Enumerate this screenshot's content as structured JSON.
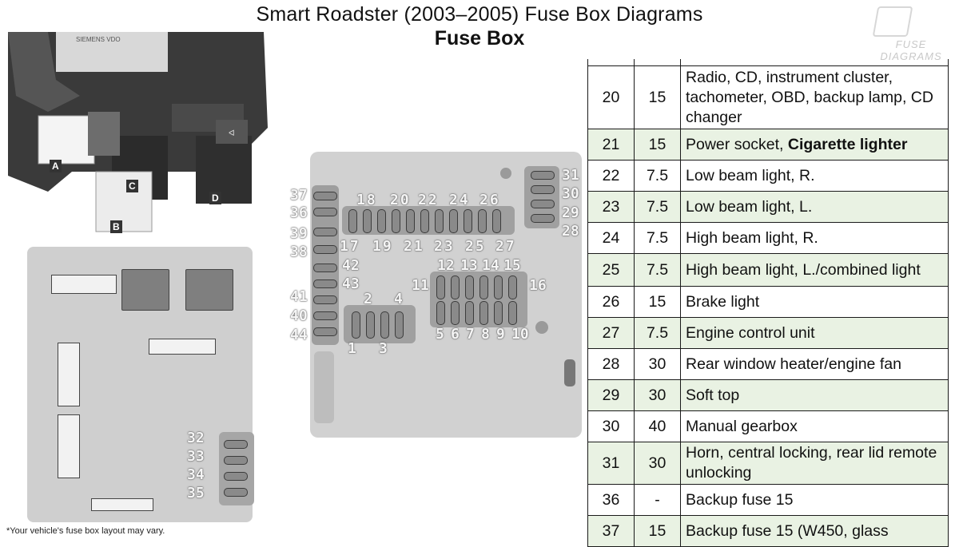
{
  "title": "Smart Roadster (2003–2005) Fuse Box Diagrams",
  "subtitle": "Fuse Box",
  "logo_text": "FUSE DIAGRAMS",
  "photo": {
    "brand": "SIEMENS VDO",
    "relays": [
      "A",
      "B",
      "C",
      "D"
    ]
  },
  "footnote": "*Your vehicle's fuse box layout may vary.",
  "fuse_labels": {
    "top_even": [
      "18",
      "20",
      "22",
      "24",
      "26"
    ],
    "top_odd": [
      "17",
      "19",
      "21",
      "23",
      "25",
      "27"
    ],
    "left_col": [
      "37",
      "36",
      "39",
      "38"
    ],
    "left_col2": [
      "41",
      "40",
      "44"
    ],
    "mid": [
      "42",
      "43"
    ],
    "right_col": [
      "31",
      "30",
      "29",
      "28"
    ],
    "block_top": [
      "12",
      "13",
      "14",
      "15"
    ],
    "block_bottom": [
      "5",
      "6",
      "7",
      "8",
      "9",
      "10"
    ],
    "side_11": "11",
    "side_16": "16",
    "small_top": [
      "2",
      "4"
    ],
    "small_bottom": [
      "1",
      "3"
    ],
    "board1": [
      "32",
      "33",
      "34",
      "35"
    ]
  },
  "table": {
    "rows": [
      {
        "fuse": "20",
        "amp": "15",
        "desc": "Radio, CD, instrument cluster, tachometer, OBD, backup lamp, CD changer",
        "shade": false
      },
      {
        "fuse": "21",
        "amp": "15",
        "desc": "Power socket, ",
        "desc_bold": "Cigarette lighter",
        "shade": true
      },
      {
        "fuse": "22",
        "amp": "7.5",
        "desc": "Low beam light, R.",
        "shade": false
      },
      {
        "fuse": "23",
        "amp": "7.5",
        "desc": "Low beam light, L.",
        "shade": true
      },
      {
        "fuse": "24",
        "amp": "7.5",
        "desc": "High beam light, R.",
        "shade": false
      },
      {
        "fuse": "25",
        "amp": "7.5",
        "desc": "High beam light, L./combined light",
        "shade": true
      },
      {
        "fuse": "26",
        "amp": "15",
        "desc": "Brake light",
        "shade": false
      },
      {
        "fuse": "27",
        "amp": "7.5",
        "desc": "Engine control unit",
        "shade": true
      },
      {
        "fuse": "28",
        "amp": "30",
        "desc": "Rear window heater/engine fan",
        "shade": false
      },
      {
        "fuse": "29",
        "amp": "30",
        "desc": "Soft top",
        "shade": true
      },
      {
        "fuse": "30",
        "amp": "40",
        "desc": "Manual gearbox",
        "shade": false
      },
      {
        "fuse": "31",
        "amp": "30",
        "desc": "Horn, central locking, rear lid remote unlocking",
        "shade": true
      },
      {
        "fuse": "36",
        "amp": "-",
        "desc": "Backup fuse 15",
        "shade": false
      },
      {
        "fuse": "37",
        "amp": "15",
        "desc": "Backup fuse 15 (W450, glass",
        "shade": true
      }
    ]
  }
}
